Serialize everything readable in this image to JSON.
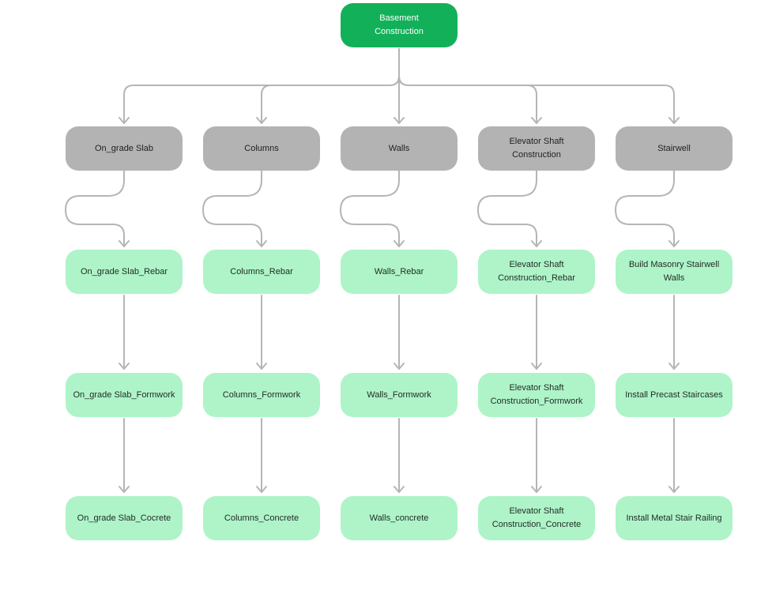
{
  "colors": {
    "root": "#13b05a",
    "group": "#b3b3b3",
    "task": "#aef4c8",
    "connector": "#b5b5b5"
  },
  "root": {
    "label": "Basement\nConstruction"
  },
  "columns": [
    {
      "label": "On_grade Slab",
      "tasks": [
        "On_grade Slab_Rebar",
        "On_grade Slab_Formwork",
        "On_grade Slab_Cocrete"
      ]
    },
    {
      "label": "Columns",
      "tasks": [
        "Columns_Rebar",
        "Columns_Formwork",
        "Columns_Concrete"
      ]
    },
    {
      "label": "Walls",
      "tasks": [
        "Walls_Rebar",
        "Walls_Formwork",
        "Walls_concrete"
      ]
    },
    {
      "label": "Elevator Shaft Construction",
      "tasks": [
        "Elevator Shaft\nConstruction_Rebar",
        "Elevator Shaft\nConstruction_Formwork",
        "Elevator Shaft\nConstruction_Concrete"
      ]
    },
    {
      "label": "Stairwell",
      "tasks": [
        "Build Masonry Stairwell Walls",
        "Install Precast Staircases",
        "Install Metal Stair Railing"
      ]
    }
  ]
}
